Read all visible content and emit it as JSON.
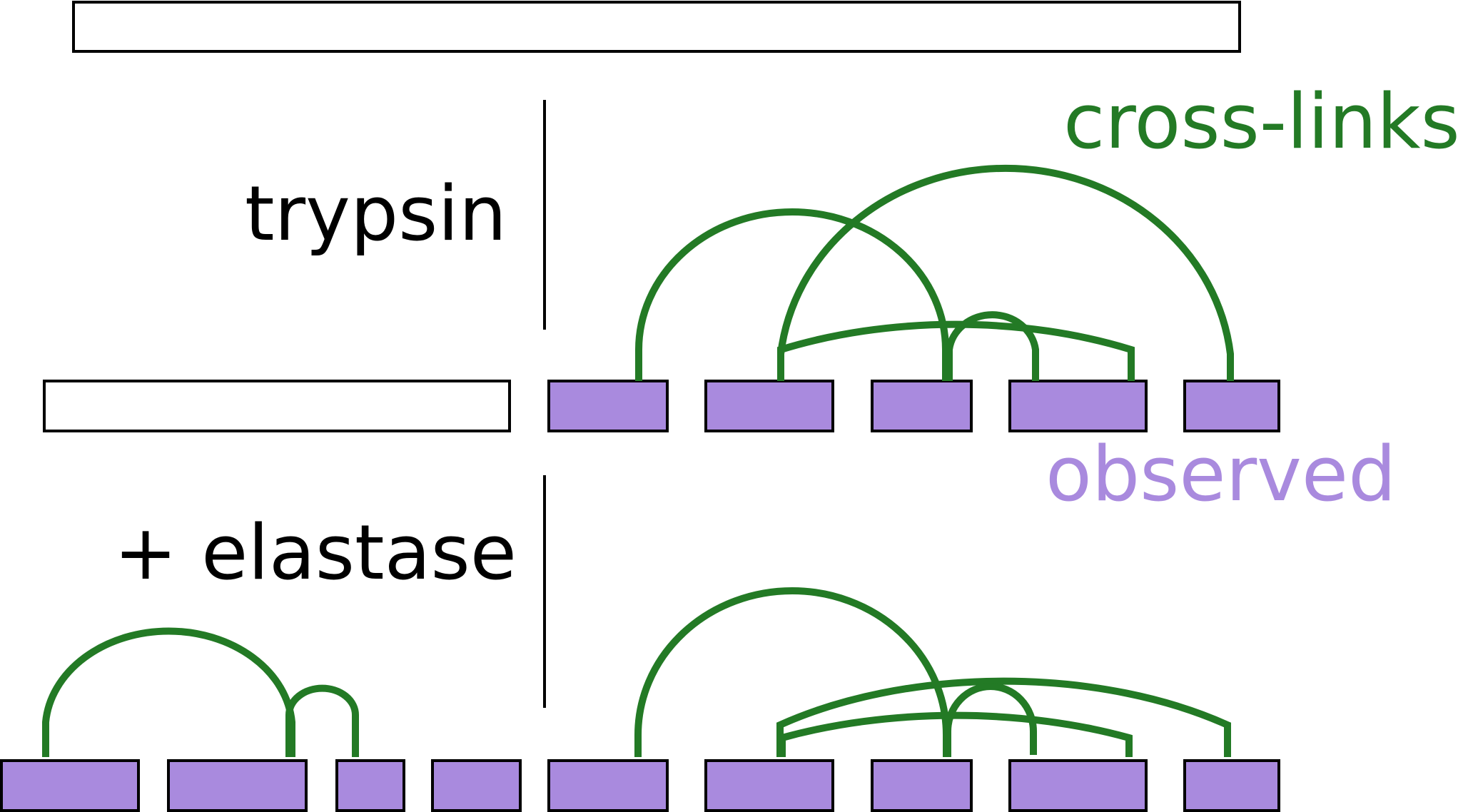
{
  "labels": {
    "trypsin": "trypsin",
    "elastase": "+ elastase",
    "crosslinks": "cross-links",
    "observed": "observed"
  },
  "colors": {
    "crosslink": "#237a25",
    "observed_fill": "#a98ade",
    "text": "#000000",
    "outline": "#000000"
  },
  "rows": {
    "protein": {
      "observed": false
    },
    "trypsin_peptides": [
      {
        "id": "t0",
        "observed": false
      },
      {
        "id": "t1",
        "observed": true
      },
      {
        "id": "t2",
        "observed": true
      },
      {
        "id": "t3",
        "observed": true
      },
      {
        "id": "t4",
        "observed": true
      },
      {
        "id": "t5",
        "observed": true
      }
    ],
    "elastase_peptides": [
      {
        "id": "e0",
        "observed": true
      },
      {
        "id": "e1",
        "observed": true
      },
      {
        "id": "e2",
        "observed": true
      },
      {
        "id": "e3",
        "observed": true
      },
      {
        "id": "e4",
        "observed": true
      },
      {
        "id": "e5",
        "observed": true
      },
      {
        "id": "e6",
        "observed": true
      },
      {
        "id": "e7",
        "observed": true
      },
      {
        "id": "e8",
        "observed": true
      }
    ]
  }
}
